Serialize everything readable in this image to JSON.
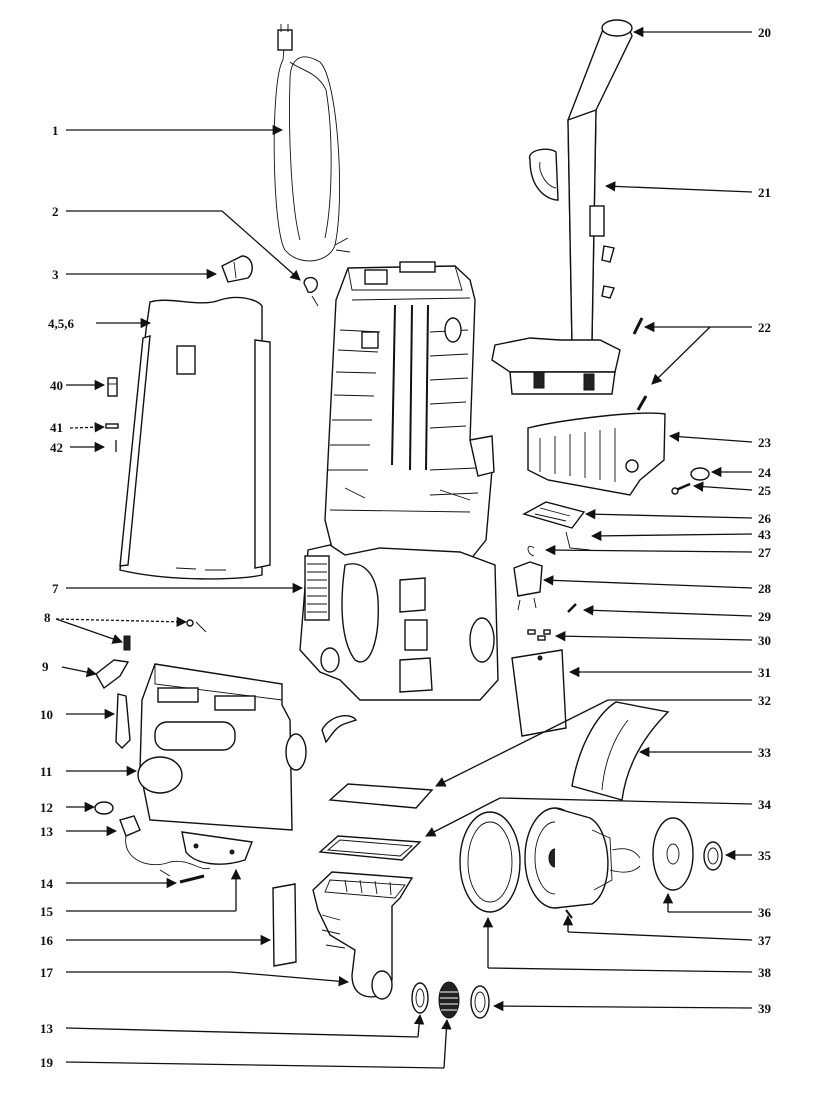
{
  "callouts": [
    {
      "id": "c1",
      "label": "1",
      "side": "left"
    },
    {
      "id": "c2",
      "label": "2",
      "side": "left"
    },
    {
      "id": "c3",
      "label": "3",
      "side": "left"
    },
    {
      "id": "c4",
      "label": "4,5,6",
      "side": "left"
    },
    {
      "id": "c40",
      "label": "40",
      "side": "left"
    },
    {
      "id": "c41",
      "label": "41",
      "side": "left"
    },
    {
      "id": "c42",
      "label": "42",
      "side": "left"
    },
    {
      "id": "c7",
      "label": "7",
      "side": "left"
    },
    {
      "id": "c8",
      "label": "8",
      "side": "left"
    },
    {
      "id": "c9",
      "label": "9",
      "side": "left"
    },
    {
      "id": "c10",
      "label": "10",
      "side": "left"
    },
    {
      "id": "c11",
      "label": "11",
      "side": "left"
    },
    {
      "id": "c12",
      "label": "12",
      "side": "left"
    },
    {
      "id": "c13",
      "label": "13",
      "side": "left"
    },
    {
      "id": "c14",
      "label": "14",
      "side": "left"
    },
    {
      "id": "c15",
      "label": "15",
      "side": "left"
    },
    {
      "id": "c16",
      "label": "16",
      "side": "left"
    },
    {
      "id": "c17",
      "label": "17",
      "side": "left"
    },
    {
      "id": "c18",
      "label": "13",
      "side": "left"
    },
    {
      "id": "c19",
      "label": "19",
      "side": "left"
    },
    {
      "id": "c20",
      "label": "20",
      "side": "right"
    },
    {
      "id": "c21",
      "label": "21",
      "side": "right"
    },
    {
      "id": "c22",
      "label": "22",
      "side": "right"
    },
    {
      "id": "c23",
      "label": "23",
      "side": "right"
    },
    {
      "id": "c24",
      "label": "24",
      "side": "right"
    },
    {
      "id": "c25",
      "label": "25",
      "side": "right"
    },
    {
      "id": "c26",
      "label": "26",
      "side": "right"
    },
    {
      "id": "c43",
      "label": "43",
      "side": "right"
    },
    {
      "id": "c27",
      "label": "27",
      "side": "right"
    },
    {
      "id": "c28",
      "label": "28",
      "side": "right"
    },
    {
      "id": "c29",
      "label": "29",
      "side": "right"
    },
    {
      "id": "c30",
      "label": "30",
      "side": "right"
    },
    {
      "id": "c31",
      "label": "31",
      "side": "right"
    },
    {
      "id": "c32",
      "label": "32",
      "side": "right"
    },
    {
      "id": "c33",
      "label": "33",
      "side": "right"
    },
    {
      "id": "c34",
      "label": "34",
      "side": "right"
    },
    {
      "id": "c35",
      "label": "35",
      "side": "right"
    },
    {
      "id": "c36",
      "label": "36",
      "side": "right"
    },
    {
      "id": "c37",
      "label": "37",
      "side": "right"
    },
    {
      "id": "c38",
      "label": "38",
      "side": "right"
    },
    {
      "id": "c39",
      "label": "39",
      "side": "right"
    }
  ]
}
